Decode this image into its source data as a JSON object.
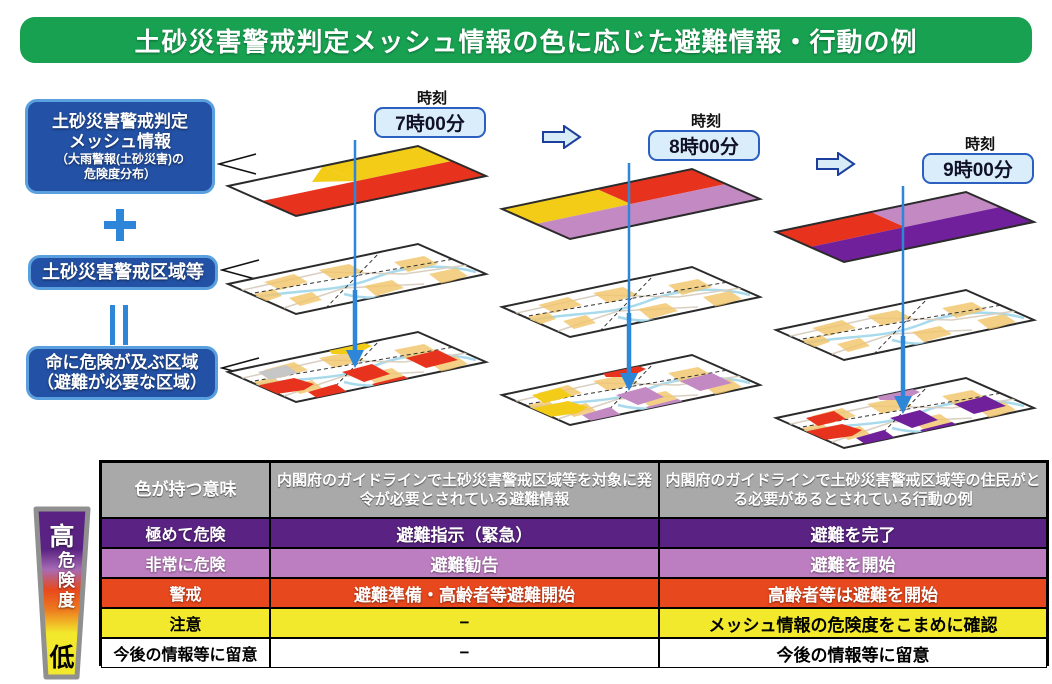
{
  "banner": {
    "title": "土砂災害警戒判定メッシュ情報の色に応じた避難情報・行動の例"
  },
  "left_panel": {
    "mesh_info_box": {
      "lines": [
        "土砂災害警戒判定",
        "メッシュ情報",
        "（大雨警報(土砂災害)の",
        "危険度分布）"
      ]
    },
    "plus": "＋",
    "warning_zone_box": {
      "label": "土砂災害警戒区域等"
    },
    "equals": "＝",
    "danger_zone_box": {
      "lines": [
        "命に危険が及ぶ区域",
        "（避難が必要な区域）"
      ]
    }
  },
  "timeline": {
    "time_caption": "時刻",
    "columns": [
      {
        "time": "7時00分",
        "mesh": {
          "top_left": "#FFFFFF",
          "top_right": "#F2CC17",
          "bottom": "#E7331E"
        }
      },
      {
        "time": "8時00分",
        "mesh": {
          "top_left": "#F2CC17",
          "top_right": "#E7331E",
          "bottom": "#C389C3"
        }
      },
      {
        "time": "9時00分",
        "mesh": {
          "top_left": "#E7331E",
          "top_right": "#C389C3",
          "bottom": "#71209B"
        }
      }
    ]
  },
  "table": {
    "headers": [
      "色が持つ意味",
      "内閣府のガイドラインで土砂災害警戒区域等を対象に発令が必要とされている避難情報",
      "内閣府のガイドラインで土砂災害警戒区域等の住民がとる必要があるとされている行動の例"
    ],
    "rows": [
      {
        "meaning": "極めて危険",
        "info": "避難指示（緊急）",
        "action": "避難を完了",
        "bg": "#5A2383",
        "fg": "#FFFFFF"
      },
      {
        "meaning": "非常に危険",
        "info": "避難勧告",
        "action": "避難を開始",
        "bg": "#BC7EC0",
        "fg": "#FFFFFF"
      },
      {
        "meaning": "警戒",
        "info": "避難準備・高齢者等避難開始",
        "action": "高齢者等は避難を開始",
        "bg": "#E8481D",
        "fg": "#FFFFFF"
      },
      {
        "meaning": "注意",
        "info": "−",
        "action": "メッシュ情報の危険度をこまめに確認",
        "bg": "#F2E92D",
        "fg": "#000000"
      },
      {
        "meaning": "今後の情報等に留意",
        "info": "−",
        "action": "今後の情報等に留意",
        "bg": "#FFFFFF",
        "fg": "#000000"
      }
    ]
  },
  "risk_scale": {
    "high": "高",
    "label": "危険度",
    "low": "低"
  },
  "palette": {
    "green": "#17A150",
    "bluebox": "#2351A5",
    "blueborder": "#5BA0DE",
    "accent": "#2E86D8",
    "arrowfill": "#D8ECF8",
    "arrowstroke": "#1C3F9E",
    "timebg": "#D9EEFA",
    "timeborder": "#2B5FC0",
    "yellow": "#F2CC17",
    "red": "#E7331E",
    "lpurple": "#C389C3",
    "dpurple": "#71209B",
    "tan": "#F1C469",
    "headergray": "#A9A9A9"
  }
}
